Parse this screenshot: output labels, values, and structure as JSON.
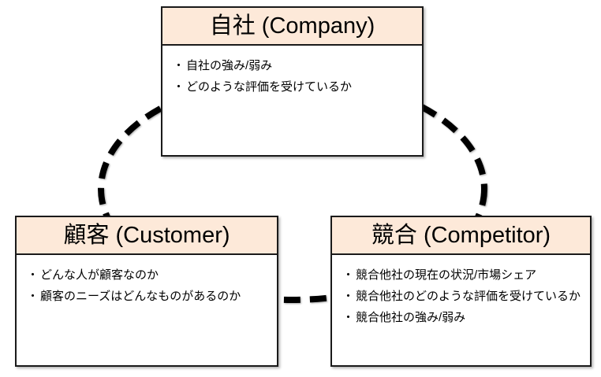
{
  "bullet_marker": "・",
  "boxes": {
    "company": {
      "title": "自社 (Company)",
      "bullets": [
        "自社の強み/弱み",
        "どのような評価を受けているか"
      ]
    },
    "customer": {
      "title": "顧客 (Customer)",
      "bullets": [
        "どんな人が顧客なのか",
        "顧客のニーズはどんなものがあるのか"
      ]
    },
    "competitor": {
      "title": "競合 (Competitor)",
      "bullets": [
        "競合他社の現在の状況/市場シェア",
        "競合他社のどのような評価を受けているか",
        "競合他社の強み/弱み"
      ]
    }
  },
  "colors": {
    "header_fill": "#FDE9D9",
    "border": "#1A1A1A",
    "ellipse": "#000000",
    "background": "#FFFFFF"
  }
}
